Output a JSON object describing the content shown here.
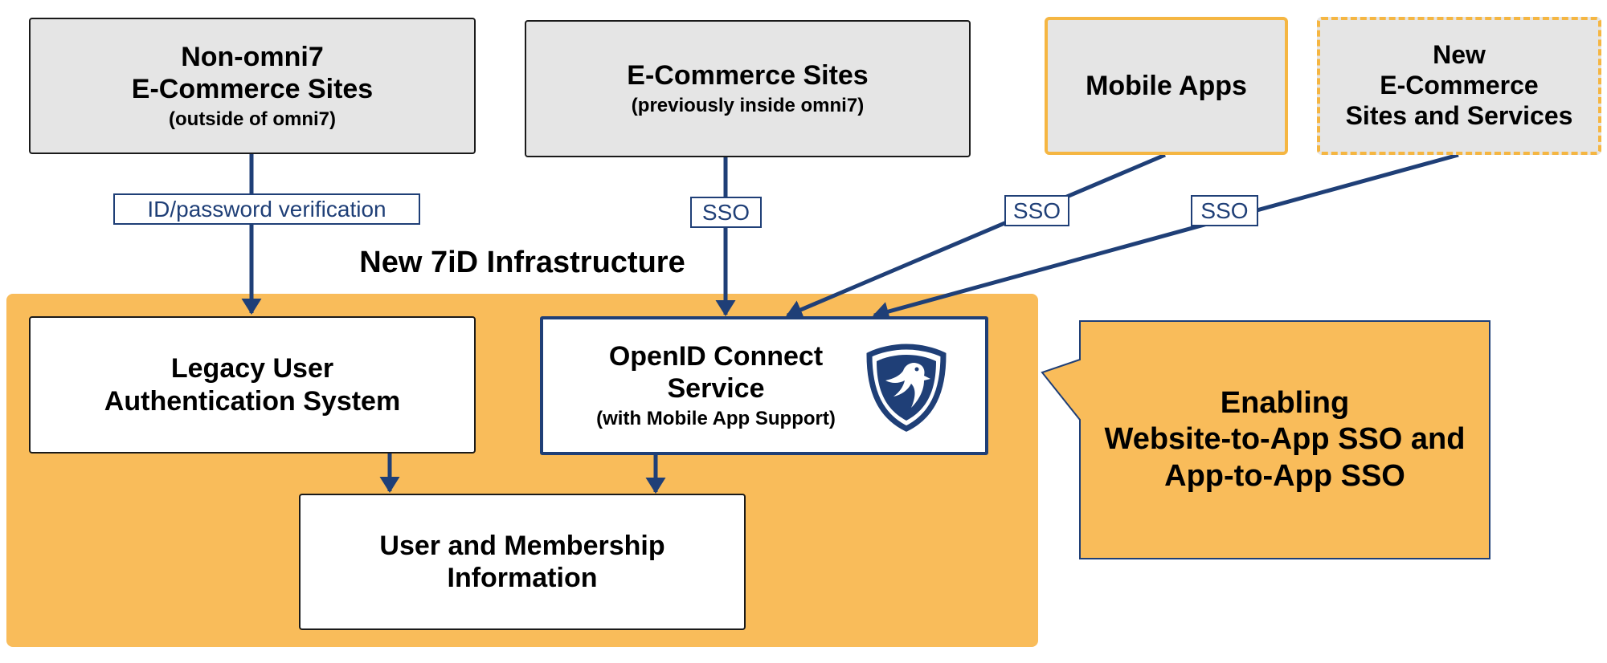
{
  "nodes": {
    "non_omni7": {
      "line1": "Non-omni7",
      "line2": "E-Commerce Sites",
      "sub": "(outside of omni7)"
    },
    "ecommerce": {
      "line1": "E-Commerce Sites",
      "sub": "(previously inside omni7)"
    },
    "mobile_apps": {
      "line1": "Mobile Apps"
    },
    "new_sites": {
      "line1": "New",
      "line2": "E-Commerce",
      "line3": "Sites and Services"
    },
    "legacy": {
      "line1": "Legacy User",
      "line2": "Authentication System"
    },
    "openid": {
      "line1": "OpenID Connect",
      "line2": "Service",
      "sub": "(with Mobile App Support)"
    },
    "membership": {
      "line1": "User and Membership",
      "line2": "Information"
    }
  },
  "infrastructure_label": "New 7iD Infrastructure",
  "edge_labels": {
    "id_password": "ID/password verification",
    "sso_ecommerce": "SSO",
    "sso_mobile": "SSO",
    "sso_new": "SSO"
  },
  "callout": {
    "line1": "Enabling",
    "line2": "Website-to-App SSO and",
    "line3": "App-to-App SSO"
  },
  "logo_icon": "eagle-shield-icon",
  "colors": {
    "orange_panel": "#f9bc5a",
    "orange_border": "#f5b642",
    "navy": "#1f3f77",
    "grey_box": "#e5e5e5"
  }
}
